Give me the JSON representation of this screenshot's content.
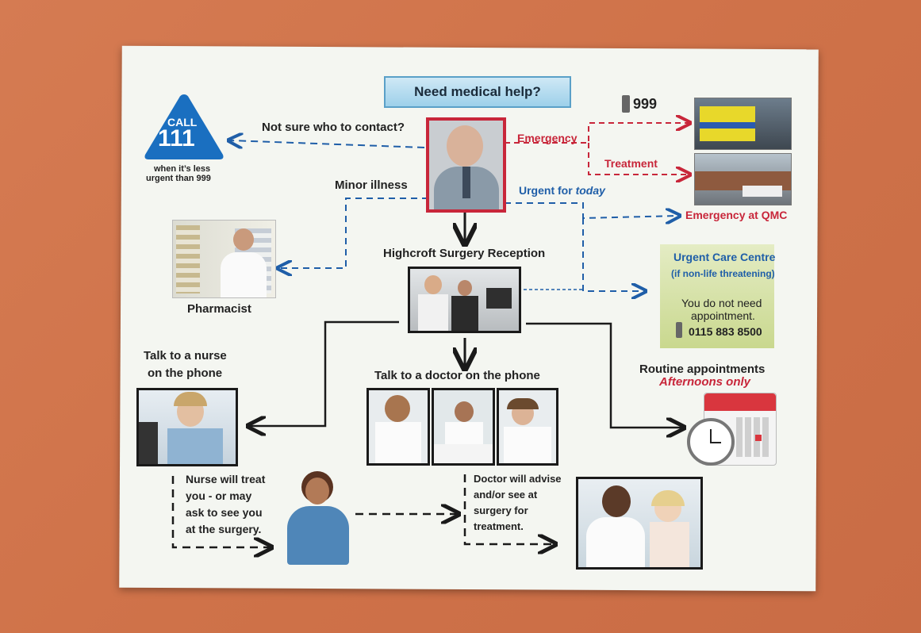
{
  "title": "Need medical help?",
  "call111": {
    "call": "CALL",
    "number": "111",
    "caption_line1": "when it’s less",
    "caption_line2": "urgent than 999"
  },
  "labels": {
    "not_sure": "Not sure who to contact?",
    "emergency": "Emergency",
    "treatment": "Treatment",
    "urgent_for": "Urgent for",
    "today": "today",
    "minor_illness": "Minor illness",
    "number_999": "999",
    "emergency_qmc": "Emergency at QMC",
    "pharmacist": "Pharmacist",
    "reception": "Highcroft Surgery Reception",
    "nurse_phone_1": "Talk to a nurse",
    "nurse_phone_2": "on the phone",
    "doctor_phone": "Talk to a doctor on the  phone",
    "routine": "Routine appointments",
    "afternoons": "Afternoons only",
    "nurse_treat": [
      "Nurse will treat",
      "you - or may",
      "ask to see you",
      "at the surgery."
    ],
    "doctor_advise": [
      "Doctor will advise",
      "and/or see at",
      "surgery for",
      "treatment."
    ]
  },
  "ucc": {
    "title": "Urgent Care Centre",
    "subtitle": "(if non-life threatening)",
    "line1": "You do not need",
    "line2": "appointment.",
    "phone": "0115 883 8500"
  },
  "colors": {
    "blue": "#1f5ea8",
    "red": "#c8263a",
    "dark": "#1a1a1a",
    "nhs_blue": "#1a6fc0"
  }
}
